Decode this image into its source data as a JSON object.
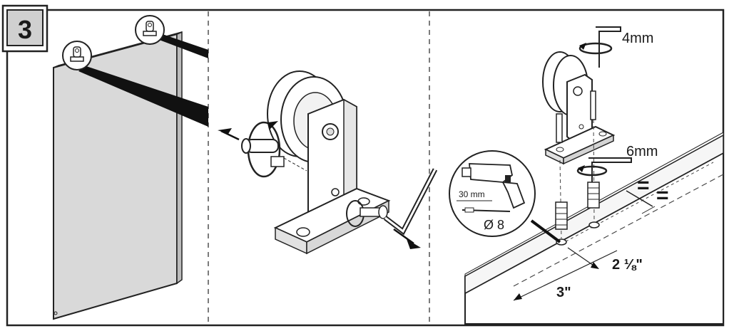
{
  "step": {
    "number": "3"
  },
  "panel2": {
    "hex_key_size": "4mm",
    "second_hex_key_size": "6mm",
    "drill_bit_depth": "30 mm",
    "drill_bit_diameter": "Ø 8",
    "spacing_symbol": "=",
    "spacing_symbol_2": "=",
    "offset_edge": "2 ⅛\"",
    "offset_top": "3\""
  }
}
